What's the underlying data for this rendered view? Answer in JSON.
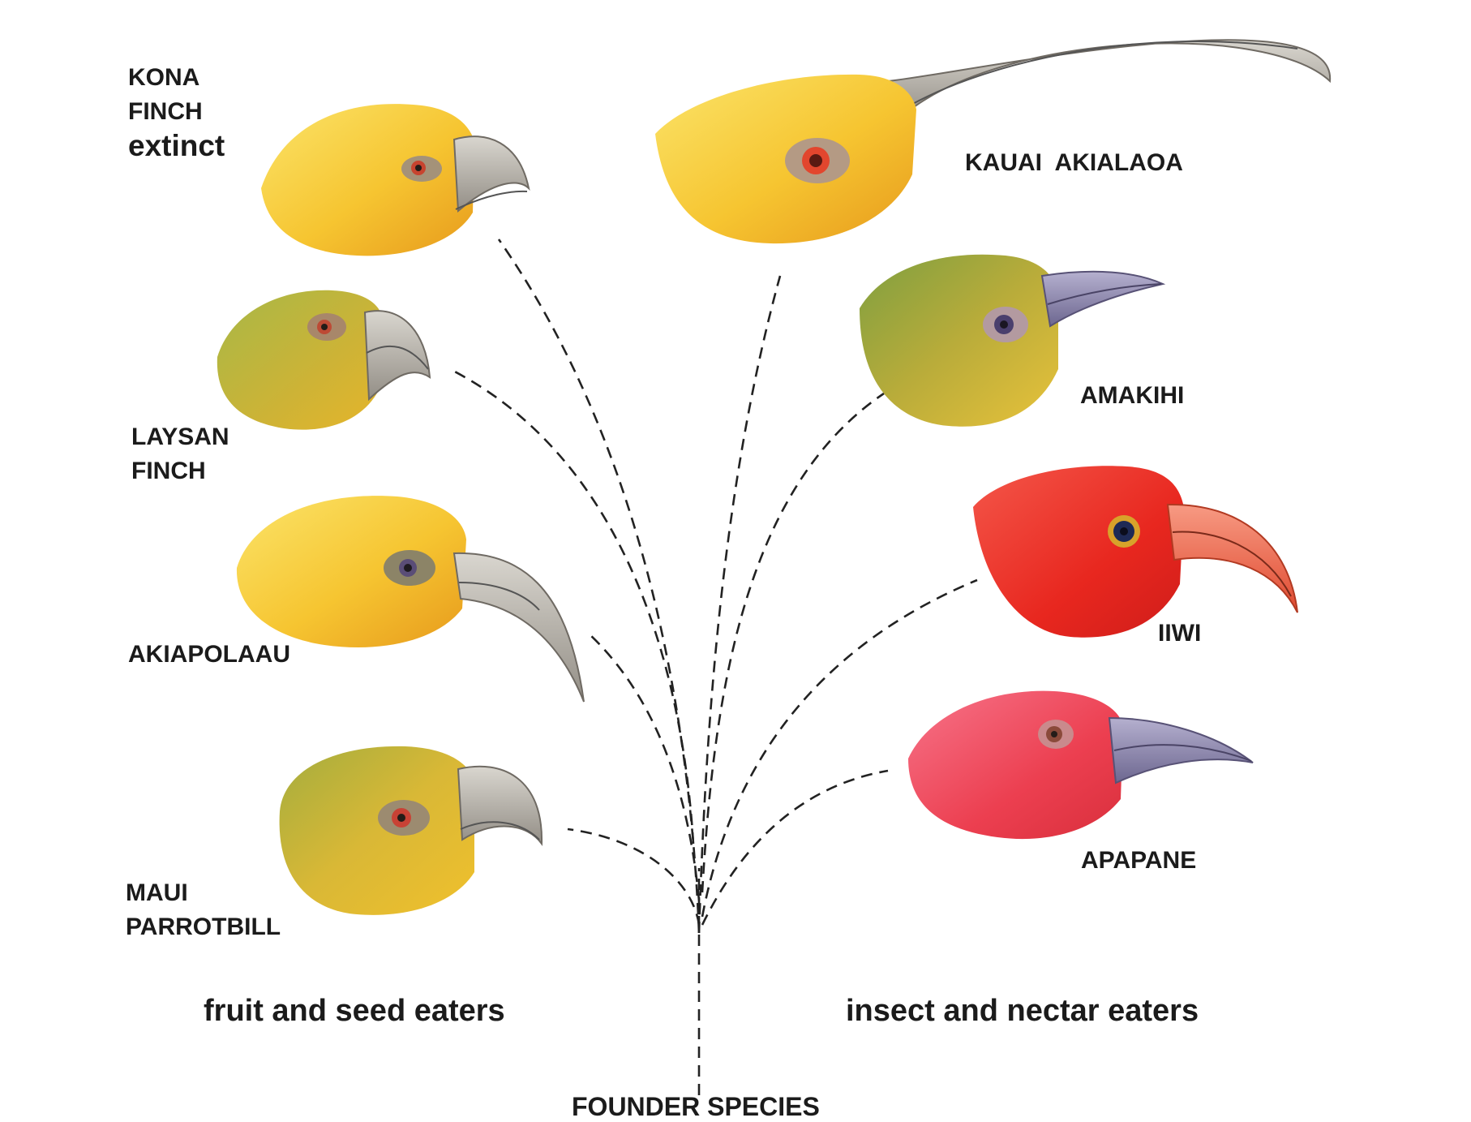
{
  "species": {
    "kona_finch": {
      "line1": "KONA",
      "line2": "FINCH",
      "status": "extinct"
    },
    "laysan_finch": {
      "line1": "LAYSAN",
      "line2": "FINCH"
    },
    "akiapolaau": {
      "name": "AKIAPOLAAU"
    },
    "maui_parrotbill": {
      "line1": "MAUI",
      "line2": "PARROTBILL"
    },
    "kauai_akialaoa": {
      "name": "KAUAI  AKIALAOA"
    },
    "amakihi": {
      "name": "AMAKIHI"
    },
    "iiwi": {
      "name": "IIWI"
    },
    "apapane": {
      "name": "APAPANE"
    }
  },
  "groups": {
    "left": "fruit and seed eaters",
    "right": "insect and nectar eaters"
  },
  "root": {
    "label": "FOUNDER SPECIES"
  },
  "colors": {
    "yellow_plumage": "#f6c531",
    "green_plumage": "#8fa83c",
    "iiwi_red": "#ee2a22",
    "apapane_red": "#ee3f4d",
    "beak_grey": "#b9b4ac",
    "beak_purple": "#8c86a8",
    "iiwi_beak": "#f07159",
    "line": "#222222"
  }
}
